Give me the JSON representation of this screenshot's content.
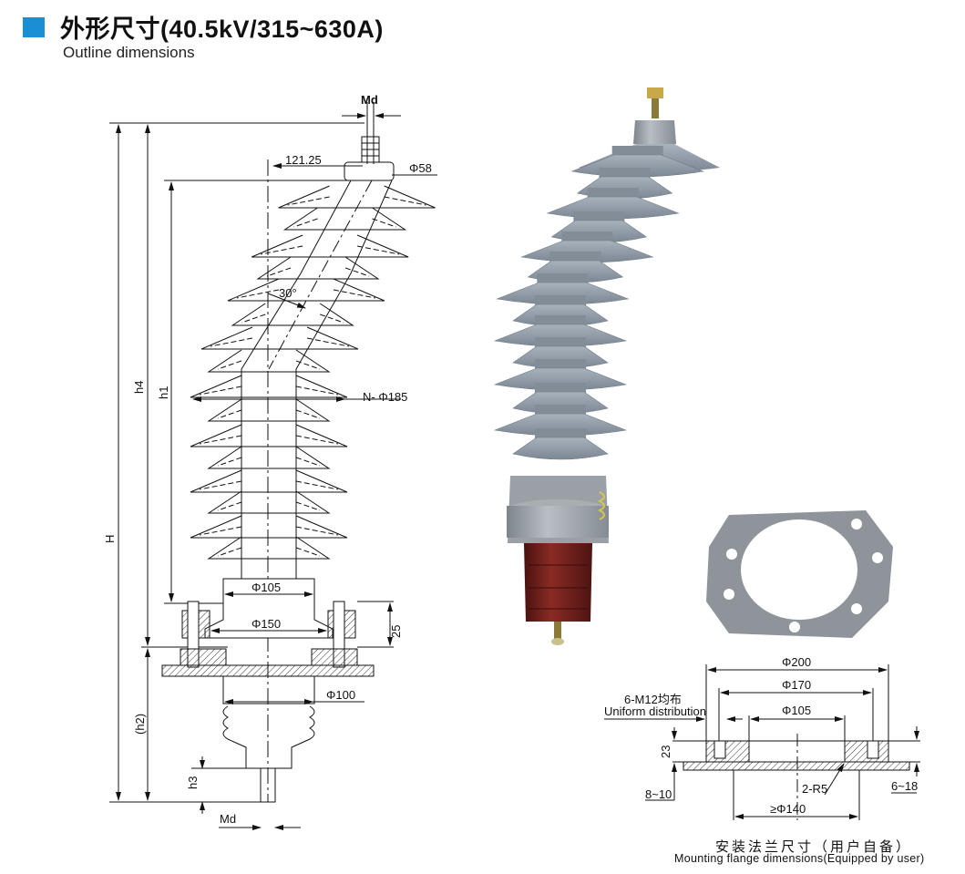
{
  "header": {
    "title": "外形尺寸(40.5kV/315~630A)",
    "subtitle": "Outline dimensions",
    "accent": "#1a8fd6"
  },
  "drawing": {
    "labels": {
      "md_top": "Md",
      "offset": "121.25",
      "cap_dia": "Φ58",
      "angle": "30°",
      "shed_dia": "N- Φ185",
      "h": "H",
      "h4": "h4",
      "h1": "h1",
      "h2": "(h2)",
      "h3": "h3",
      "base_dia": "Φ105",
      "flange_dia": "Φ150",
      "flange_h": "25",
      "lower_dia": "Φ100",
      "md_bottom": "Md"
    }
  },
  "flange": {
    "labels": {
      "d200": "Φ200",
      "d170": "Φ170",
      "d105": "Φ105",
      "bolts": "6-M12均布",
      "bolts_en": "Uniform distribution",
      "h23": "23",
      "t810": "8~10",
      "r5": "2-R5",
      "t618": "6~18",
      "d140": "≥Φ140"
    },
    "caption_cn": "安装法兰尺寸（用户自备）",
    "caption_en": "Mounting flange dimensions(Equipped by user)"
  },
  "colors": {
    "shed": "#8f9aa6",
    "base": "#9aa0a6",
    "brown": "#6e1e1a"
  }
}
